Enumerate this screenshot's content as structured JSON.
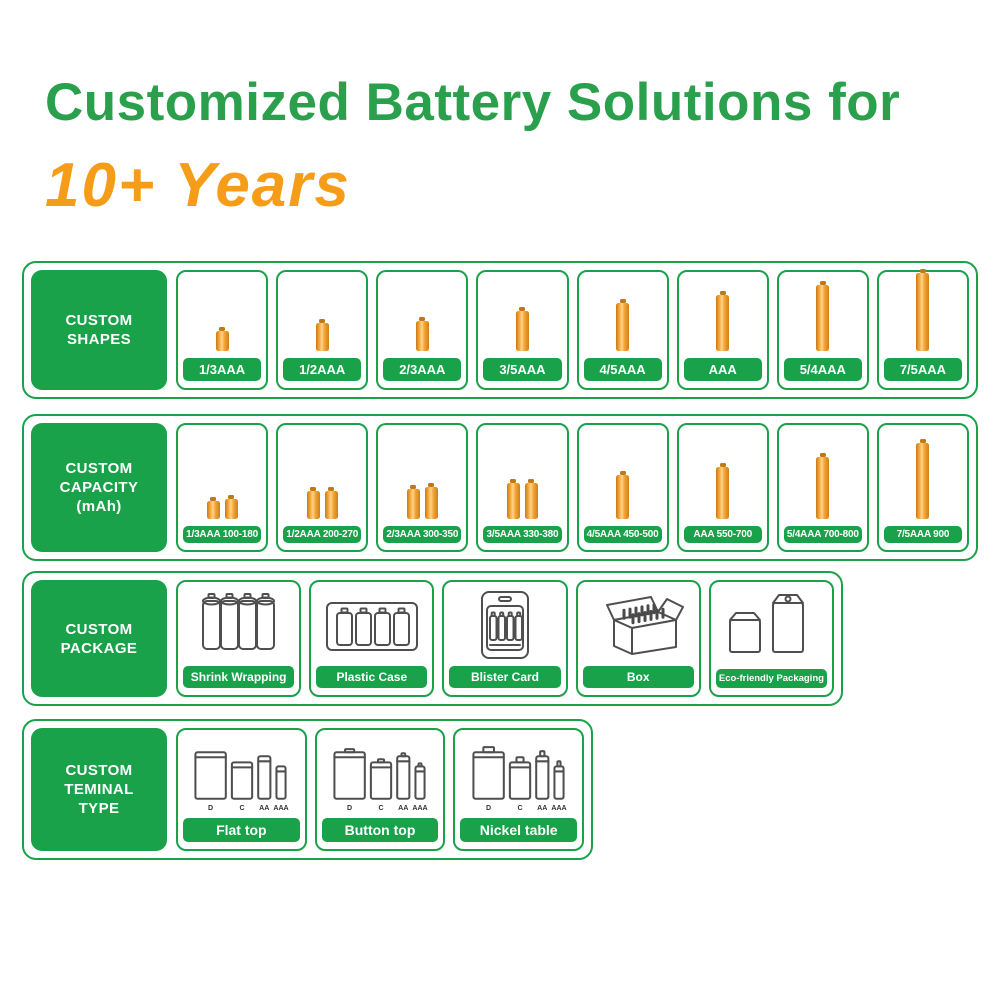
{
  "colors": {
    "green": "#1aa24b",
    "title_green": "#2aa04c",
    "orange": "#f59d18"
  },
  "header": {
    "title_line1": "Customized Battery Solutions for",
    "title_line2": "10+ Years"
  },
  "rows": [
    {
      "name": "custom-shapes",
      "title_lines": [
        "CUSTOM",
        "SHAPES"
      ],
      "type": "battery",
      "cards": [
        {
          "label": "1/3AAA",
          "heights": [
            20
          ]
        },
        {
          "label": "1/2AAA",
          "heights": [
            28
          ]
        },
        {
          "label": "2/3AAA",
          "heights": [
            30
          ]
        },
        {
          "label": "3/5AAA",
          "heights": [
            40
          ]
        },
        {
          "label": "4/5AAA",
          "heights": [
            48
          ]
        },
        {
          "label": "AAA",
          "heights": [
            56
          ]
        },
        {
          "label": "5/4AAA",
          "heights": [
            66
          ]
        },
        {
          "label": "7/5AAA",
          "heights": [
            78
          ]
        }
      ]
    },
    {
      "name": "custom-capacity",
      "title_lines": [
        "CUSTOM",
        "CAPACITY",
        "(mAh)"
      ],
      "type": "battery",
      "cards": [
        {
          "label": "1/3AAA 100-180",
          "heights": [
            18,
            20
          ]
        },
        {
          "label": "1/2AAA 200-270",
          "heights": [
            28,
            28
          ]
        },
        {
          "label": "2/3AAA 300-350",
          "heights": [
            30,
            32
          ]
        },
        {
          "label": "3/5AAA 330-380",
          "heights": [
            36,
            36
          ]
        },
        {
          "label": "4/5AAA 450-500",
          "heights": [
            44
          ]
        },
        {
          "label": "AAA 550-700",
          "heights": [
            52
          ]
        },
        {
          "label": "5/4AAA 700-800",
          "heights": [
            62
          ]
        },
        {
          "label": "7/5AAA 900",
          "heights": [
            76
          ]
        }
      ]
    },
    {
      "name": "custom-package",
      "title_lines": [
        "CUSTOM",
        "PACKAGE"
      ],
      "type": "icon",
      "cards": [
        {
          "label": "Shrink Wrapping",
          "icon": "shrink-wrapping"
        },
        {
          "label": "Plastic Case",
          "icon": "plastic-case"
        },
        {
          "label": "Blister Card",
          "icon": "blister-card"
        },
        {
          "label": "Box",
          "icon": "box"
        },
        {
          "label": "Eco-friendly Packaging",
          "icon": "eco-friendly-packaging"
        }
      ]
    },
    {
      "name": "custom-terminal-type",
      "title_lines": [
        "CUSTOM",
        "TEMINAL",
        "TYPE"
      ],
      "type": "terminal",
      "cards": [
        {
          "label": "Flat top",
          "icon": "flat-top",
          "sizes": [
            "D",
            "C",
            "AA",
            "AAA"
          ]
        },
        {
          "label": "Button top",
          "icon": "button-top",
          "sizes": [
            "D",
            "C",
            "AA",
            "AAA"
          ]
        },
        {
          "label": "Nickel table",
          "icon": "nickel-table",
          "sizes": [
            "D",
            "C",
            "AA",
            "AAA"
          ]
        }
      ]
    }
  ]
}
